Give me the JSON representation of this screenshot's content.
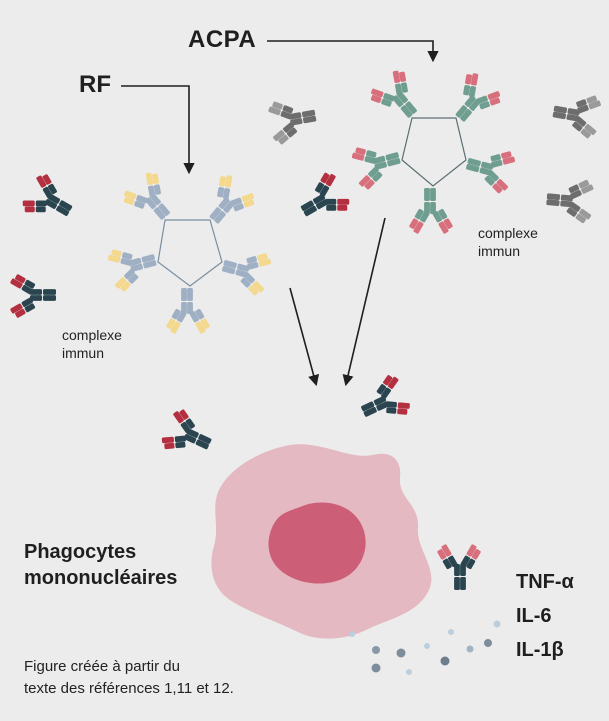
{
  "labels": {
    "acpa": "ACPA",
    "rf": "RF",
    "complex_1": [
      "complexe",
      "immun"
    ],
    "complex_2": [
      "complexe",
      "immun"
    ],
    "phagocytes": [
      "Phagocytes",
      "mononucléaires"
    ],
    "cytokines": [
      "TNF-α",
      "IL-6",
      "IL-1β"
    ],
    "caption": [
      "Figure créée à partir du",
      "texte des références 1,11 et 12."
    ]
  },
  "colors": {
    "background": "#ececec",
    "acpa_antibody": "#6f9e90",
    "rf_antibody": "#9fb0c4",
    "rf_tip": "#f3d88e",
    "dark_antibody": "#2a4550",
    "red_accent": "#b43040",
    "pink_tip": "#d86f7c",
    "grey_antibody": "#6d6d6d",
    "cell": "#e4b9c1",
    "nucleus": "#cc5e78",
    "connector": "#5b6f74"
  }
}
